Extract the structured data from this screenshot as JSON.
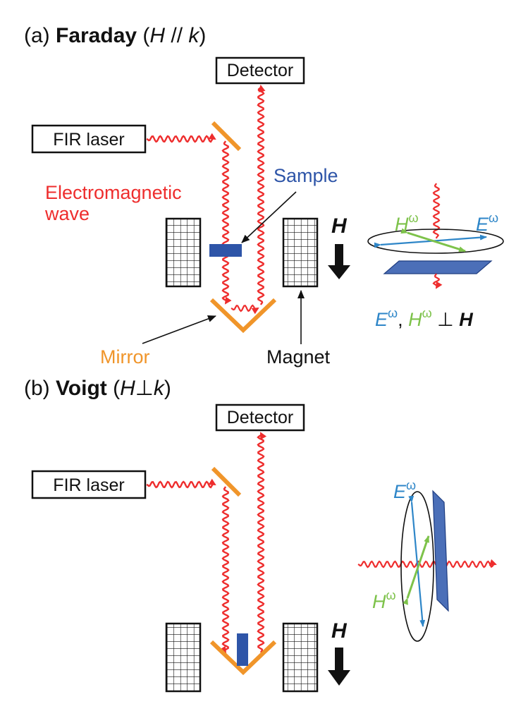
{
  "panel_a": {
    "prefix": "(a) ",
    "name": "Faraday",
    "cond_open": " (",
    "cond_h": "H",
    "cond_mid": " // ",
    "cond_k": "k",
    "cond_close": ")",
    "detector": "Detector",
    "laser": "FIR laser",
    "sample": "Sample",
    "wave_line1": "Electromagnetic",
    "wave_line2": "wave",
    "field_symbol": "H",
    "mirror": "Mirror",
    "magnet": "Magnet",
    "inset": {
      "h_omega_base": "H",
      "e_omega_base": "E",
      "omega": "ω",
      "relation_e": "E",
      "relation_comma": ", ",
      "relation_h": "H",
      "relation_perp": " ⊥ ",
      "relation_field": "H"
    }
  },
  "panel_b": {
    "prefix": "(b) ",
    "name": "Voigt",
    "cond_open": " (",
    "cond_h": "H",
    "cond_mid": "⊥",
    "cond_k": "k",
    "cond_close": ")",
    "detector": "Detector",
    "laser": "FIR laser",
    "field_symbol": "H",
    "inset": {
      "e_omega_base": "E",
      "h_omega_base": "H",
      "omega": "ω"
    }
  },
  "colors": {
    "wave": "#ee2d2d",
    "sample": "#2e55a8",
    "mirror": "#f0952a",
    "e_field": "#2e86c8",
    "h_field": "#7dc24a",
    "magnet": "#111111"
  }
}
